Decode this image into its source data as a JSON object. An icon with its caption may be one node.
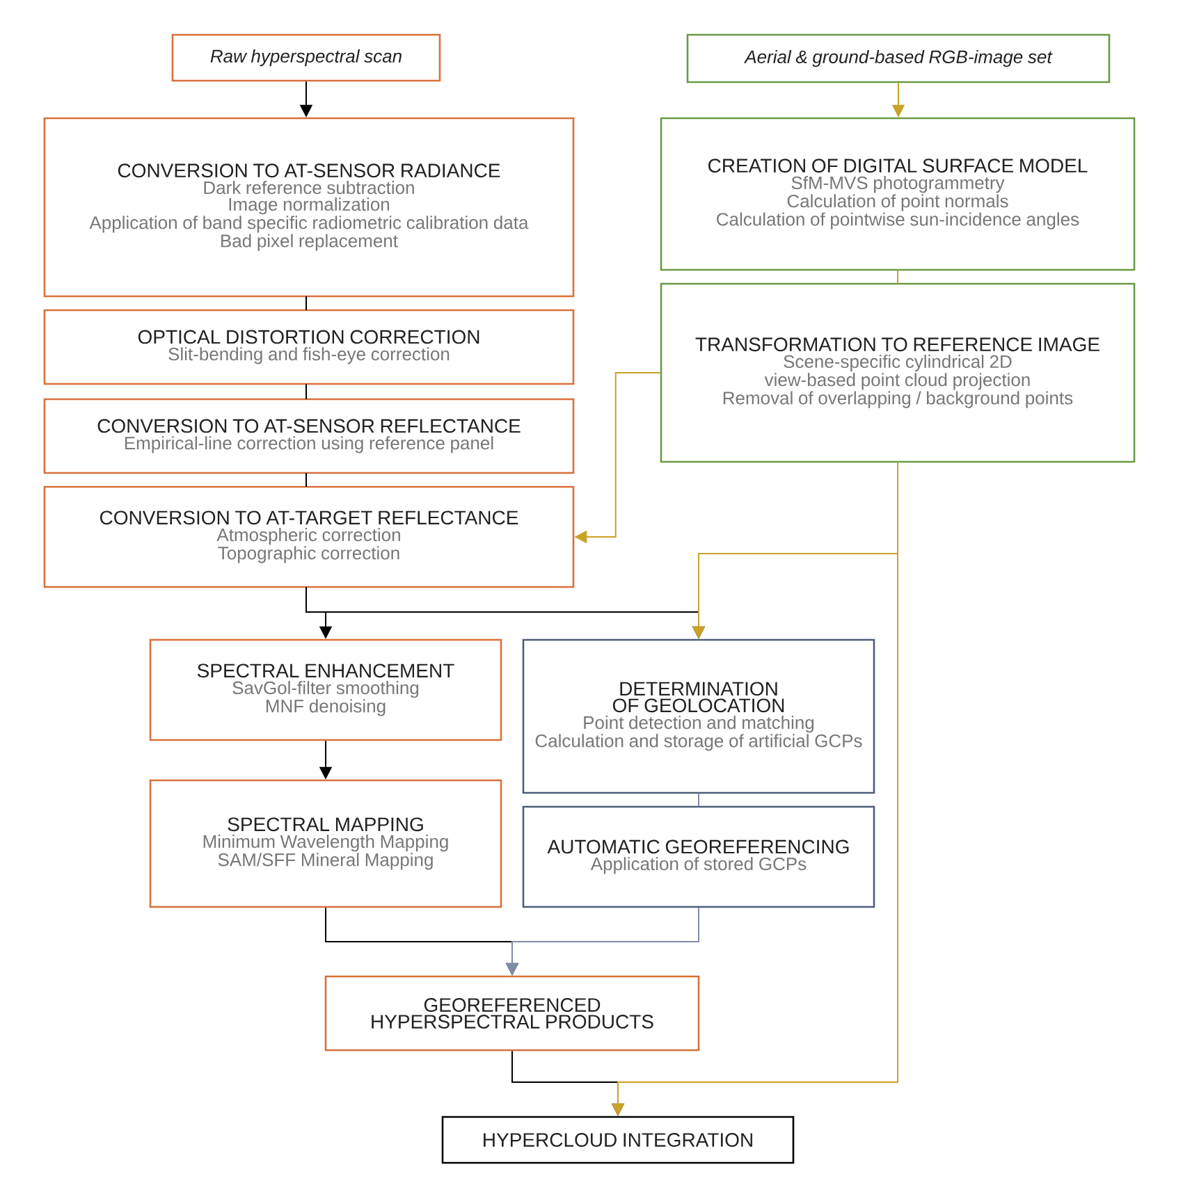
{
  "diagram": {
    "nodes": [
      {
        "text": [
          "Raw hyperspectral scan"
        ]
      },
      {
        "text": [
          "Aerial & ground-based RGB-image set"
        ]
      },
      {
        "text": [
          "CONVERSION TO AT-SENSOR RADIANCE",
          "Dark reference subtraction",
          "Image normalization",
          "Application of band specific radiometric calibration data",
          "Bad pixel replacement"
        ]
      },
      {
        "text": [
          "CREATION OF DIGITAL SURFACE MODEL",
          "SfM-MVS photogrammetry",
          "Calculation of point normals",
          "Calculation of pointwise sun-incidence angles"
        ]
      },
      {
        "text": [
          "OPTICAL DISTORTION CORRECTION",
          "Slit-bending and fish-eye correction"
        ]
      },
      {
        "text": [
          "TRANSFORMATION TO REFERENCE IMAGE",
          "Scene-specific cylindrical 2D view-based point cloud projection",
          "Removal of overlapping / background points"
        ]
      },
      {
        "text": [
          "CONVERSION TO AT-SENSOR REFLECTANCE",
          "Empirical-line correction using reference panel"
        ]
      },
      {
        "text": [
          "CONVERSION TO AT-TARGET REFLECTANCE",
          "Atmospheric correction",
          "Topographic correction"
        ]
      },
      {
        "text": [
          "SPECTRAL ENHANCEMENT",
          "SavGol-filter smoothing",
          "MNF denoising"
        ]
      },
      {
        "text": [
          "DETERMINATION  OF GEOLOCATION",
          "Point detection and matching",
          "Calculation and storage of artificial GCPs"
        ]
      },
      {
        "text": [
          "SPECTRAL MAPPING",
          "Minimum Wavelength Mapping",
          "SAM/SFF Mineral Mapping"
        ]
      },
      {
        "text": [
          "AUTOMATIC GEOREFERENCING",
          "Application of stored GCPs"
        ]
      },
      {
        "text": [
          "GEOREFERENCED HYPERSPECTRAL PRODUCTS"
        ]
      },
      {
        "text": [
          "HYPERCLOUD INTEGRATION"
        ]
      }
    ],
    "edges": [
      {
        "from": 0,
        "to": 2,
        "arrow": "to"
      },
      {
        "from": 1,
        "to": 3,
        "arrow": "to",
        "color": "#c9a227"
      },
      {
        "from": 2,
        "to": 4,
        "arrow": "none"
      },
      {
        "from": 4,
        "to": 6,
        "arrow": "none"
      },
      {
        "from": 6,
        "to": 7,
        "arrow": "none"
      },
      {
        "from": 3,
        "to": 5,
        "arrow": "none",
        "color": "#c9a227"
      },
      {
        "from": 5,
        "to": 7,
        "arrow": "to",
        "color": "#c9a227"
      },
      {
        "from": 7,
        "to": 8,
        "arrow": "to"
      },
      {
        "from": 7,
        "to": 9,
        "arrow": "to"
      },
      {
        "from": 5,
        "to": 9,
        "arrow": "to",
        "color": "#c9a227"
      },
      {
        "from": 8,
        "to": 10,
        "arrow": "to"
      },
      {
        "from": 9,
        "to": 11,
        "arrow": "none",
        "color": "#7f8ca6"
      },
      {
        "from": 10,
        "to": 12,
        "arrow": "to"
      },
      {
        "from": 11,
        "to": 12,
        "arrow": "to",
        "color": "#7f8ca6"
      },
      {
        "from": 12,
        "to": 13,
        "arrow": "to"
      },
      {
        "from": 5,
        "to": 13,
        "arrow": "to",
        "color": "#c9a227"
      }
    ]
  }
}
